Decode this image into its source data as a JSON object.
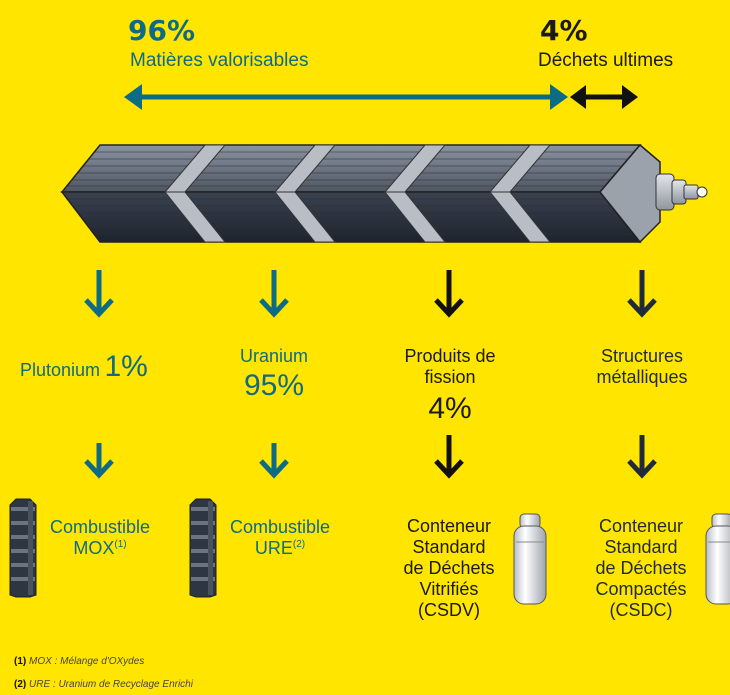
{
  "header": {
    "left_pct": "96%",
    "left_label": "Matières valorisables",
    "right_pct": "4%",
    "right_label": "Déchets ultimes"
  },
  "columns": [
    {
      "name": "Plutonium",
      "pct": "1%",
      "product": "Combustible",
      "product2": "MOX",
      "sup": "(1)"
    },
    {
      "name": "Uranium",
      "pct": "95%",
      "product": "Combustible",
      "product2": "URE",
      "sup": "(2)"
    },
    {
      "name_line1": "Produits de",
      "name_line2": "fission",
      "pct": "4%",
      "product_lines": [
        "Conteneur",
        "Standard",
        "de Déchets",
        "Vitrifiés",
        "(CSDV)"
      ]
    },
    {
      "name_line1": "Structures",
      "name_line2": "métalliques",
      "product_lines": [
        "Conteneur",
        "Standard",
        "de Déchets",
        "Compactés",
        "(CSDC)"
      ]
    }
  ],
  "footnotes": [
    {
      "num": "(1)",
      "text": "MOX : Mélange d'OXydes"
    },
    {
      "num": "(2)",
      "text": "URE : Uranium de Recyclage Enrichi"
    }
  ],
  "colors": {
    "background": "#FFE500",
    "teal": "#0E6B85",
    "dark": "#1A1A1A"
  }
}
